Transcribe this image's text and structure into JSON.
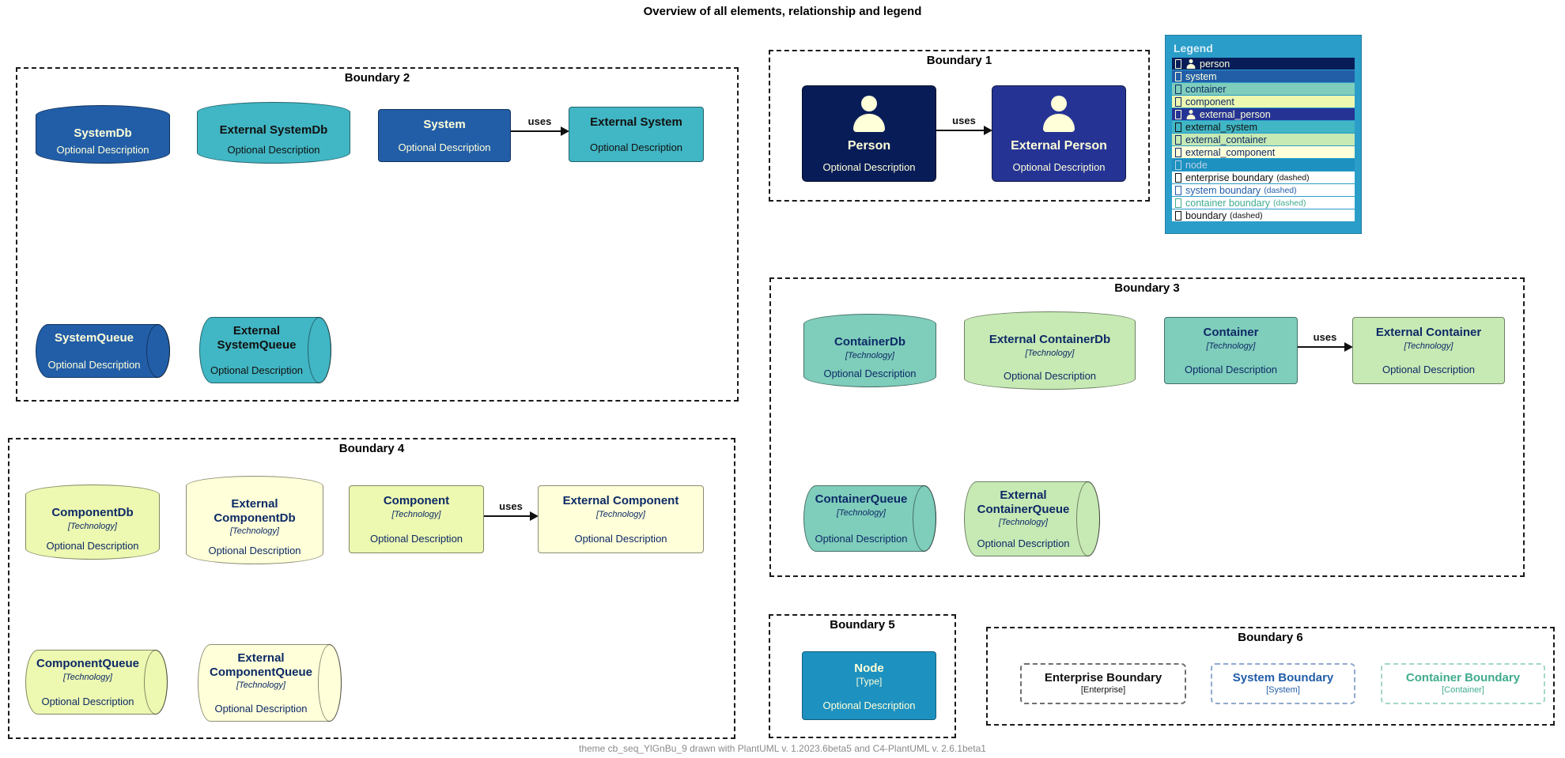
{
  "title": "Overview of all elements, relationship and legend",
  "footer": "theme cb_seq_YlGnBu_9 drawn with PlantUML v. 1.2023.6beta5 and C4-PlantUML v. 2.6.1beta1",
  "palette": {
    "person_bg": "#081d58",
    "external_person_bg": "#253494",
    "system_bg": "#225ea8",
    "external_system_bg": "#41b6c4",
    "container_bg": "#7fcdbb",
    "external_container_bg": "#c7e9b4",
    "component_bg": "#edf8b1",
    "external_component_bg": "#ffffd9",
    "node_bg": "#1d91c0",
    "legend_bg": "#2b9dc9",
    "light_text": "#ffffd9",
    "dark_text": "#0d2a66",
    "system_boundary_text": "#225ea8",
    "container_boundary_text": "#41ab8e",
    "node_row_text": "#b9d0e8",
    "legend_title_text": "#d8eef7",
    "footer_text": "#8a8a8a"
  },
  "boundaries": {
    "b1": {
      "label": "Boundary 1"
    },
    "b2": {
      "label": "Boundary 2"
    },
    "b3": {
      "label": "Boundary 3"
    },
    "b4": {
      "label": "Boundary 4"
    },
    "b5": {
      "label": "Boundary 5"
    },
    "b6": {
      "label": "Boundary 6"
    }
  },
  "relationships": [
    {
      "label": "uses"
    },
    {
      "label": "uses"
    },
    {
      "label": "uses"
    },
    {
      "label": "uses"
    }
  ],
  "elements": {
    "system_db": {
      "title": "SystemDb",
      "description": "Optional Description"
    },
    "ext_system_db": {
      "title": "External SystemDb",
      "description": "Optional Description"
    },
    "system": {
      "title": "System",
      "description": "Optional Description"
    },
    "ext_system": {
      "title": "External System",
      "description": "Optional Description"
    },
    "system_queue": {
      "title": "SystemQueue",
      "description": "Optional Description"
    },
    "ext_system_queue": {
      "title": "External SystemQueue",
      "description": "Optional Description"
    },
    "person": {
      "title": "Person",
      "description": "Optional Description"
    },
    "ext_person": {
      "title": "External Person",
      "description": "Optional Description"
    },
    "container_db": {
      "title": "ContainerDb",
      "technology": "[Technology]",
      "description": "Optional Description"
    },
    "ext_container_db": {
      "title": "External ContainerDb",
      "technology": "[Technology]",
      "description": "Optional Description"
    },
    "container": {
      "title": "Container",
      "technology": "[Technology]",
      "description": "Optional Description"
    },
    "ext_container": {
      "title": "External Container",
      "technology": "[Technology]",
      "description": "Optional Description"
    },
    "container_queue": {
      "title": "ContainerQueue",
      "technology": "[Technology]",
      "description": "Optional Description"
    },
    "ext_container_queue": {
      "title": "External ContainerQueue",
      "technology": "[Technology]",
      "description": "Optional Description"
    },
    "component_db": {
      "title": "ComponentDb",
      "technology": "[Technology]",
      "description": "Optional Description"
    },
    "ext_component_db": {
      "title": "External ComponentDb",
      "technology": "[Technology]",
      "description": "Optional Description"
    },
    "component": {
      "title": "Component",
      "technology": "[Technology]",
      "description": "Optional Description"
    },
    "ext_component": {
      "title": "External Component",
      "technology": "[Technology]",
      "description": "Optional Description"
    },
    "component_queue": {
      "title": "ComponentQueue",
      "technology": "[Technology]",
      "description": "Optional Description"
    },
    "ext_component_queue": {
      "title": "External ComponentQueue",
      "technology": "[Technology]",
      "description": "Optional Description"
    },
    "node": {
      "title": "Node",
      "type": "[Type]",
      "description": "Optional Description"
    },
    "enterprise_boundary": {
      "title": "Enterprise Boundary",
      "sub": "[Enterprise]"
    },
    "system_boundary": {
      "title": "System Boundary",
      "sub": "[System]"
    },
    "container_boundary": {
      "title": "Container Boundary",
      "sub": "[Container]"
    }
  },
  "legend": {
    "title": "Legend",
    "rows": [
      {
        "label": "person"
      },
      {
        "label": "system"
      },
      {
        "label": "container"
      },
      {
        "label": "component"
      },
      {
        "label": "external_person"
      },
      {
        "label": "external_system"
      },
      {
        "label": "external_container"
      },
      {
        "label": "external_component"
      },
      {
        "label": "node"
      },
      {
        "label": "enterprise boundary",
        "suffix": "(dashed)"
      },
      {
        "label": "system boundary",
        "suffix": "(dashed)"
      },
      {
        "label": "container boundary",
        "suffix": "(dashed)"
      },
      {
        "label": "boundary",
        "suffix": "(dashed)"
      }
    ]
  }
}
